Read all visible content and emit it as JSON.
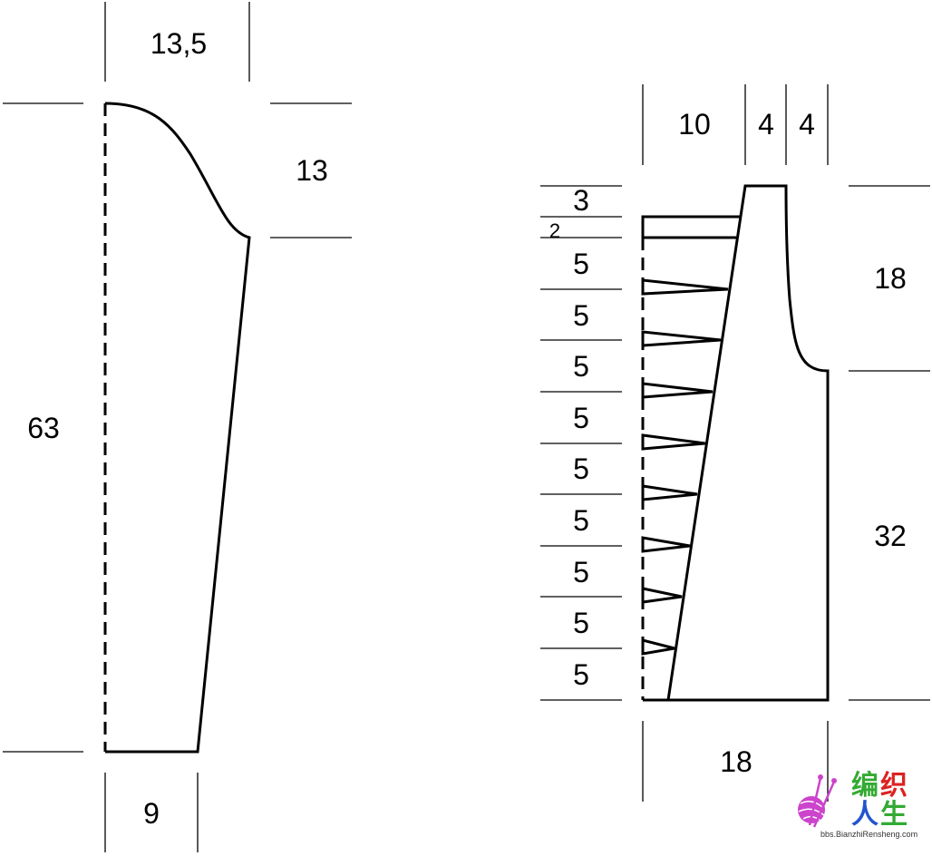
{
  "sleeve": {
    "top_width": "13,5",
    "cap_height": "13",
    "total_length": "63",
    "bottom_width": "9"
  },
  "front": {
    "top_widths": [
      "10",
      "4",
      "4"
    ],
    "left_steps": [
      "3",
      "2",
      "5",
      "5",
      "5",
      "5",
      "5",
      "5",
      "5",
      "5",
      "5"
    ],
    "armhole_height": "18",
    "side_height": "32",
    "bottom_width": "18"
  },
  "watermark": {
    "chars": [
      "编",
      "织",
      "人",
      "生"
    ],
    "url": "bbs.BianzhiRensheng.com",
    "colors": [
      "#33aa33",
      "#dd2222",
      "#2255cc",
      "#33aa33"
    ]
  }
}
